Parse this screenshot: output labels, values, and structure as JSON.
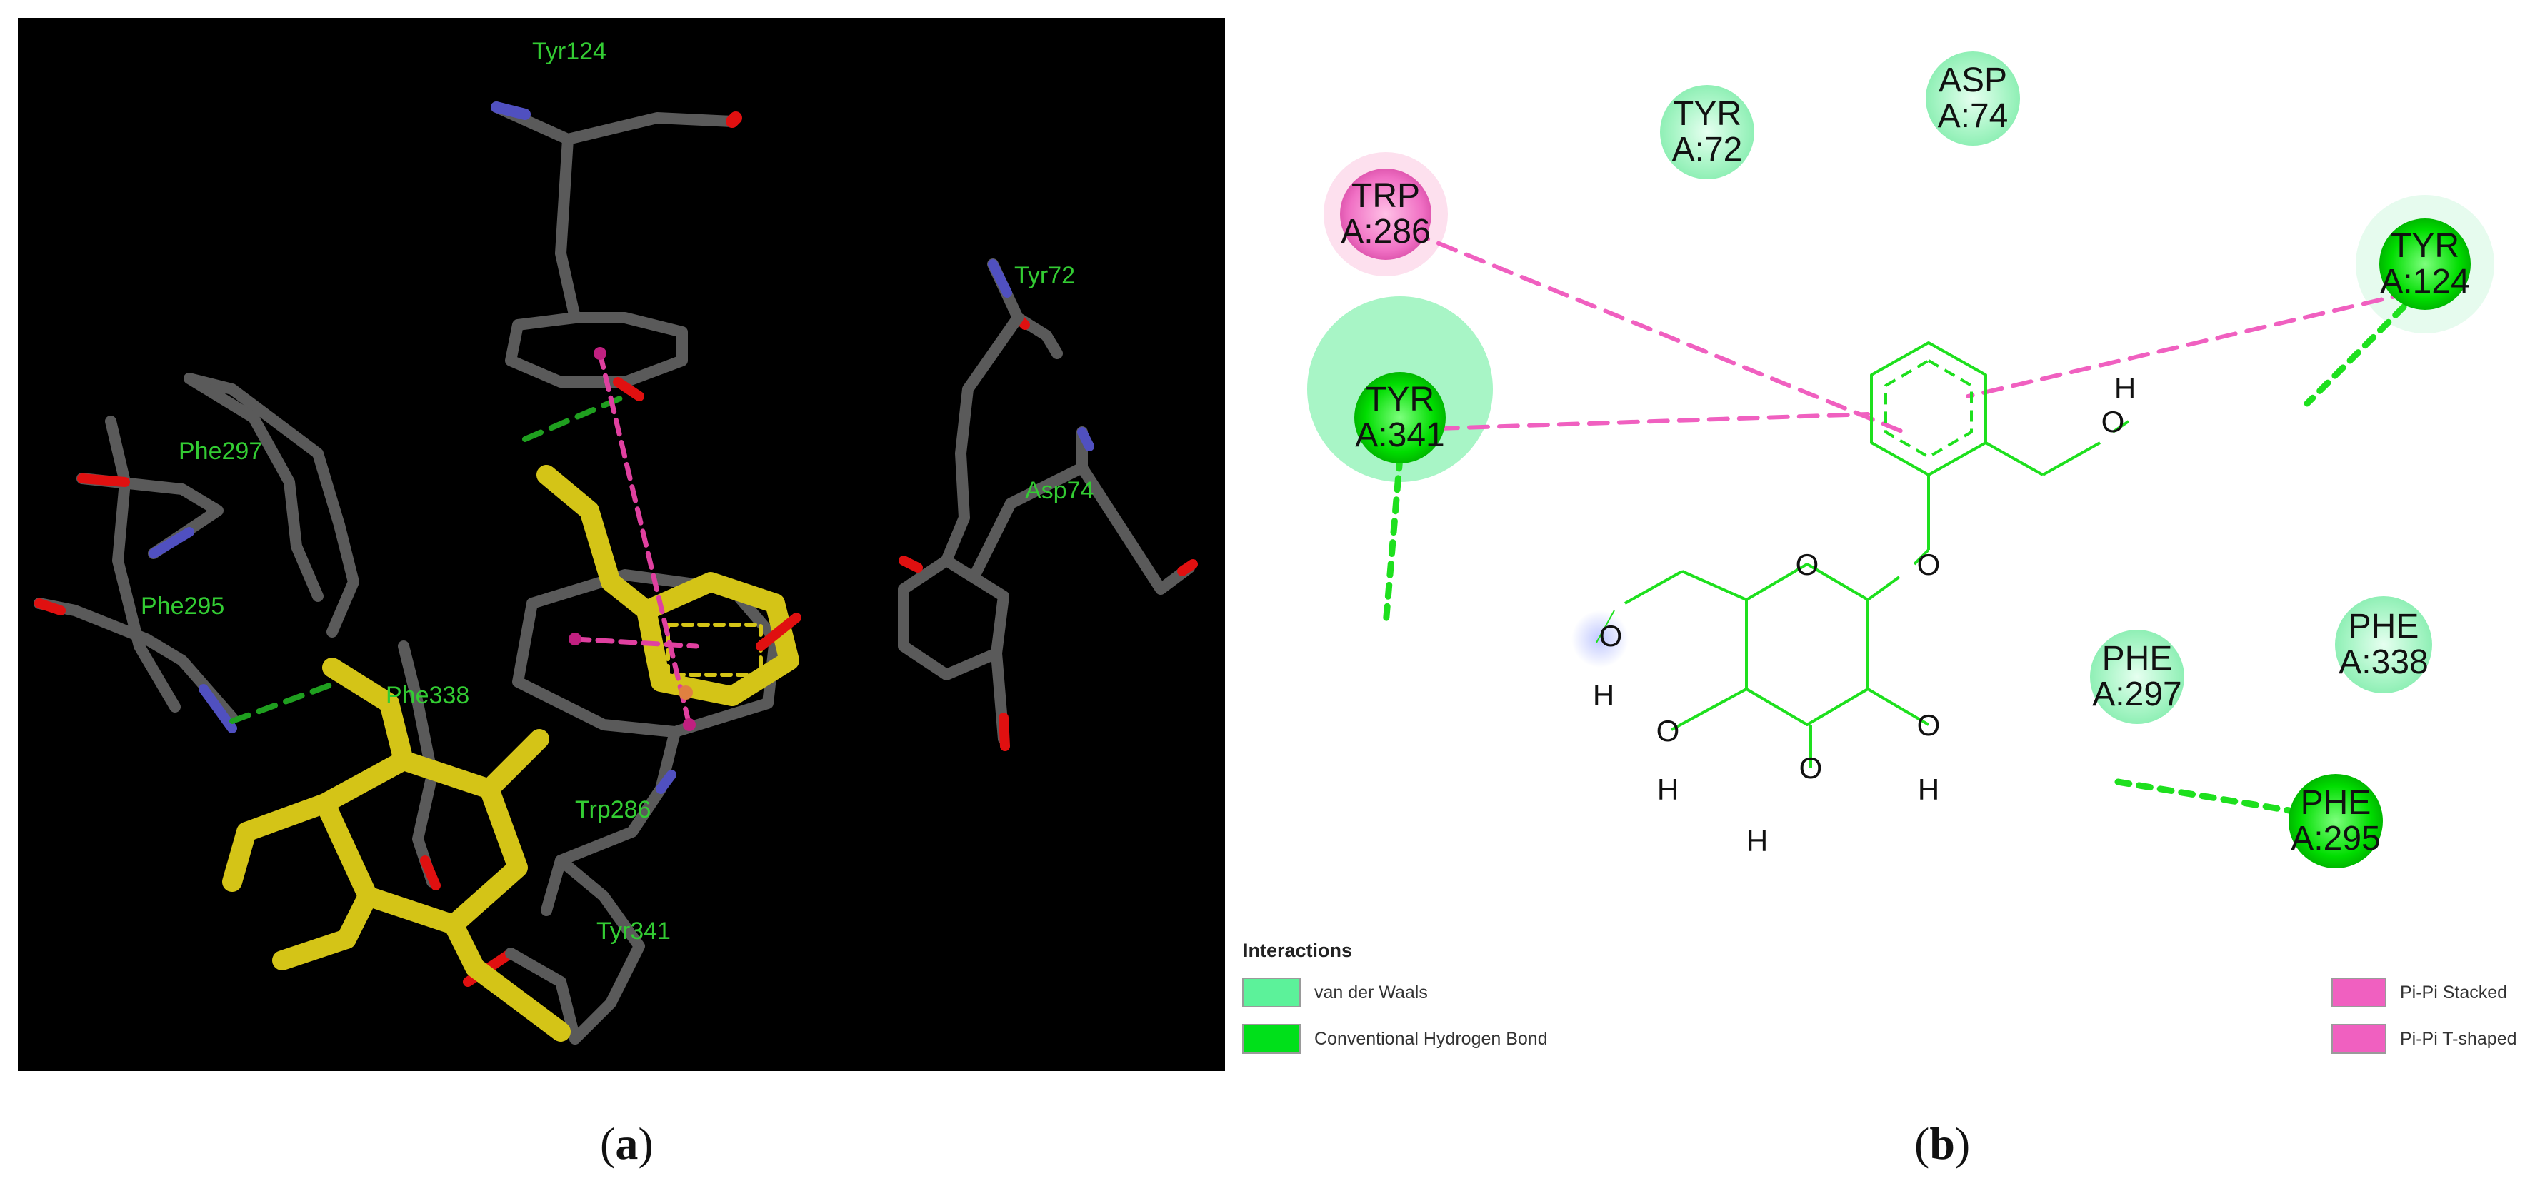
{
  "panel_a": {
    "caption_letter": "a",
    "residue_labels": [
      {
        "id": "tyr124",
        "text": "Tyr124"
      },
      {
        "id": "tyr72",
        "text": "Tyr72"
      },
      {
        "id": "phe297",
        "text": "Phe297"
      },
      {
        "id": "asp74",
        "text": "Asp74"
      },
      {
        "id": "phe295",
        "text": "Phe295"
      },
      {
        "id": "phe338",
        "text": "Phe338"
      },
      {
        "id": "trp286",
        "text": "Trp286"
      },
      {
        "id": "tyr341",
        "text": "Tyr341"
      }
    ],
    "colors": {
      "background": "#000000",
      "label": "#33cc33",
      "residue_stick": "#5a5a5a",
      "ligand_stick": "#d4c417",
      "oxygen": "#e01010",
      "nitrogen": "#5050c0",
      "hbond": "#1f9f1f",
      "pi_bond": "#e040a0"
    }
  },
  "panel_b": {
    "caption_letter": "b",
    "residues": [
      {
        "id": "tyr72",
        "name": "TYR",
        "pos": "A:72",
        "type": "van der Waals"
      },
      {
        "id": "asp74",
        "name": "ASP",
        "pos": "A:74",
        "type": "van der Waals"
      },
      {
        "id": "trp286",
        "name": "TRP",
        "pos": "A:286",
        "type": "Pi-Pi"
      },
      {
        "id": "tyr124",
        "name": "TYR",
        "pos": "A:124",
        "type": "Conventional Hydrogen Bond"
      },
      {
        "id": "tyr341",
        "name": "TYR",
        "pos": "A:341",
        "type": "Conventional Hydrogen Bond"
      },
      {
        "id": "phe297",
        "name": "PHE",
        "pos": "A:297",
        "type": "van der Waals"
      },
      {
        "id": "phe338",
        "name": "PHE",
        "pos": "A:338",
        "type": "van der Waals"
      },
      {
        "id": "phe295",
        "name": "PHE",
        "pos": "A:295",
        "type": "Conventional Hydrogen Bond"
      }
    ],
    "atom_labels": {
      "oxygen": "O",
      "hydrogen": "H"
    },
    "legend": {
      "title": "Interactions",
      "items": [
        {
          "id": "vdw",
          "label": "van der Waals",
          "color": "#5cf29a"
        },
        {
          "id": "hbond",
          "label": "Conventional Hydrogen Bond",
          "color": "#00e01a"
        },
        {
          "id": "pi-stacked",
          "label": "Pi-Pi Stacked",
          "color": "#f060c0"
        },
        {
          "id": "pi-tshaped",
          "label": "Pi-Pi T-shaped",
          "color": "#f060c0"
        }
      ]
    },
    "colors": {
      "ligand": "#1ee01e",
      "hbond_line": "#1ee01e",
      "pi_line": "#f060c0",
      "vdw": "#a8f5c6",
      "hbond_node": "#00dd00"
    }
  }
}
